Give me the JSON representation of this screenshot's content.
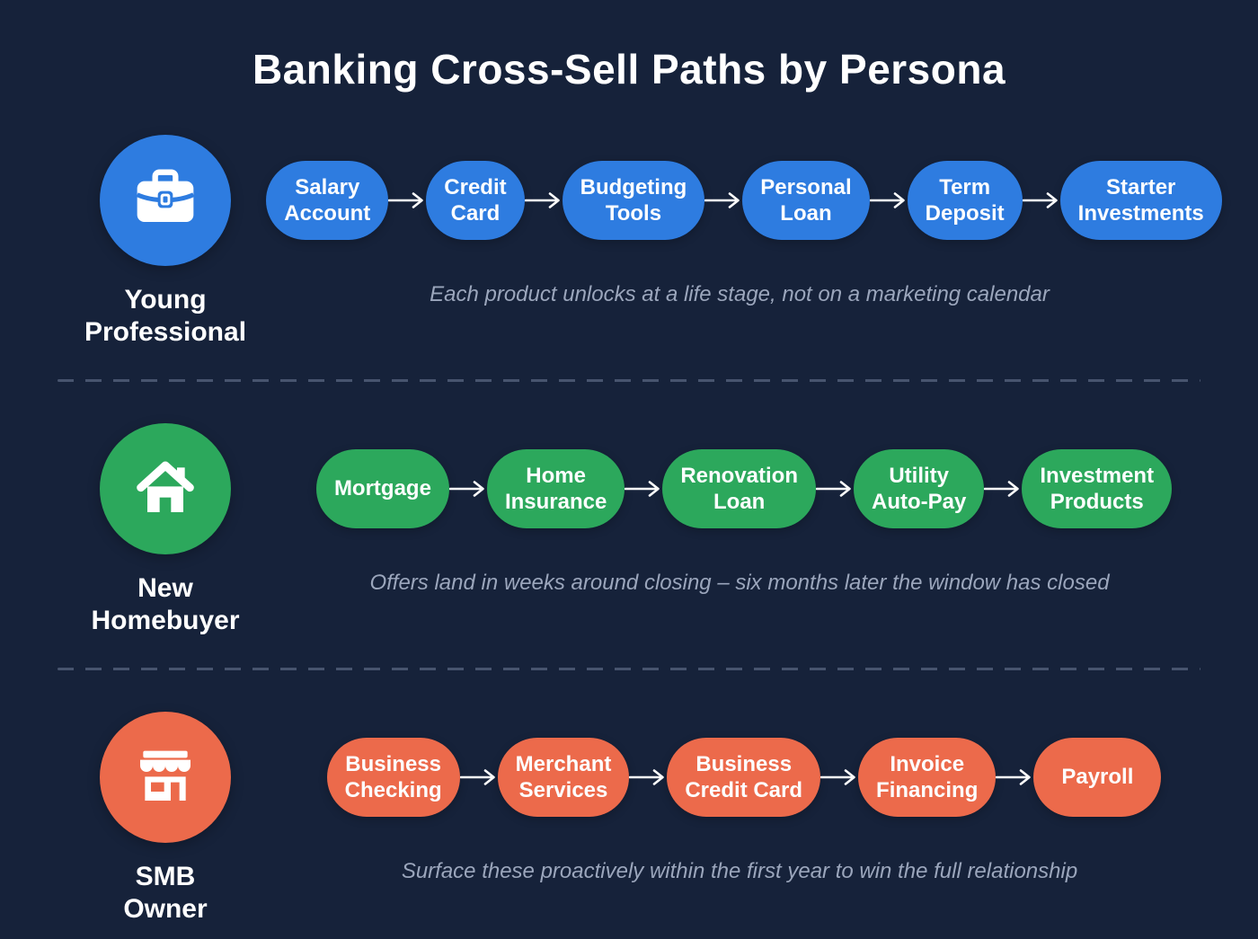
{
  "title": "Banking Cross-Sell Paths by Persona",
  "colors": {
    "background": "#16223A",
    "blue": "#2E7CE0",
    "green": "#2CA85C",
    "orange": "#EC6A4B",
    "pill_text": "#FDFEFF",
    "caption_text": "#9BA6BC",
    "divider": "#47546E",
    "arrow": "#FFFFFF",
    "title_text": "#FFFFFF"
  },
  "personas": [
    {
      "name": "Young\nProfessional",
      "icon": "briefcase-icon",
      "color": "#2E7CE0",
      "products": [
        "Salary\nAccount",
        "Credit\nCard",
        "Budgeting\nTools",
        "Personal\nLoan",
        "Term\nDeposit",
        "Starter\nInvestments"
      ],
      "caption": "Each product unlocks at a life stage, not on a marketing calendar"
    },
    {
      "name": "New\nHomebuyer",
      "icon": "house-icon",
      "color": "#2CA85C",
      "products": [
        "Mortgage",
        "Home\nInsurance",
        "Renovation\nLoan",
        "Utility\nAuto-Pay",
        "Investment\nProducts"
      ],
      "caption": "Offers land in weeks around closing – six months later the window has closed"
    },
    {
      "name": "SMB\nOwner",
      "icon": "storefront-icon",
      "color": "#EC6A4B",
      "products": [
        "Business\nChecking",
        "Merchant\nServices",
        "Business\nCredit Card",
        "Invoice\nFinancing",
        "Payroll"
      ],
      "caption": "Surface these proactively within the first year to win the full relationship"
    }
  ]
}
